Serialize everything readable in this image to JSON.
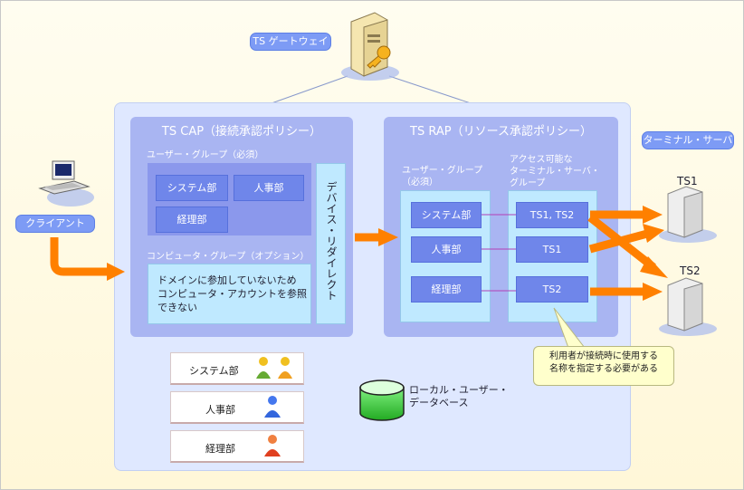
{
  "gateway": {
    "label": "TS ゲートウェイ",
    "icon": "server-key-icon"
  },
  "client": {
    "label": "クライアント",
    "icon": "computer-icon"
  },
  "terminal_servers": {
    "label": "ターミナル・サーバ",
    "servers": [
      {
        "name": "TS1"
      },
      {
        "name": "TS2"
      }
    ]
  },
  "cap": {
    "title": "TS CAP（接続承認ポリシー）",
    "user_groups_title": "ユーザー・グループ（必須）",
    "user_groups": [
      "システム部",
      "人事部",
      "経理部"
    ],
    "device_redirect": "デバイス・リダイレクト",
    "computer_groups_title": "コンピュータ・グループ（オプション）",
    "computer_groups_note": "ドメインに参加していないため\nコンピュータ・アカウントを参照できない"
  },
  "rap": {
    "title": "TS RAP（リソース承認ポリシー）",
    "user_groups_title": "ユーザー・グループ\n（必須）",
    "resources_title": "アクセス可能な\nターミナル・サーバ・\nグループ",
    "rows": [
      {
        "group": "システム部",
        "servers": "TS1, TS2"
      },
      {
        "group": "人事部",
        "servers": "TS1"
      },
      {
        "group": "経理部",
        "servers": "TS2"
      }
    ]
  },
  "callout": "利用者が接続時に使用する\n名称を指定する必要がある",
  "local_db": {
    "label": "ローカル・ユーザー・\nデータベース",
    "icon": "database-icon",
    "groups": [
      {
        "name": "システム部"
      },
      {
        "name": "人事部"
      },
      {
        "name": "経理部"
      }
    ]
  },
  "colors": {
    "arrow": "#ff8000",
    "panel": "#a9b5f2",
    "button": "#6f86ea",
    "link_line": "#b23fb5",
    "database": "#33cc33"
  }
}
